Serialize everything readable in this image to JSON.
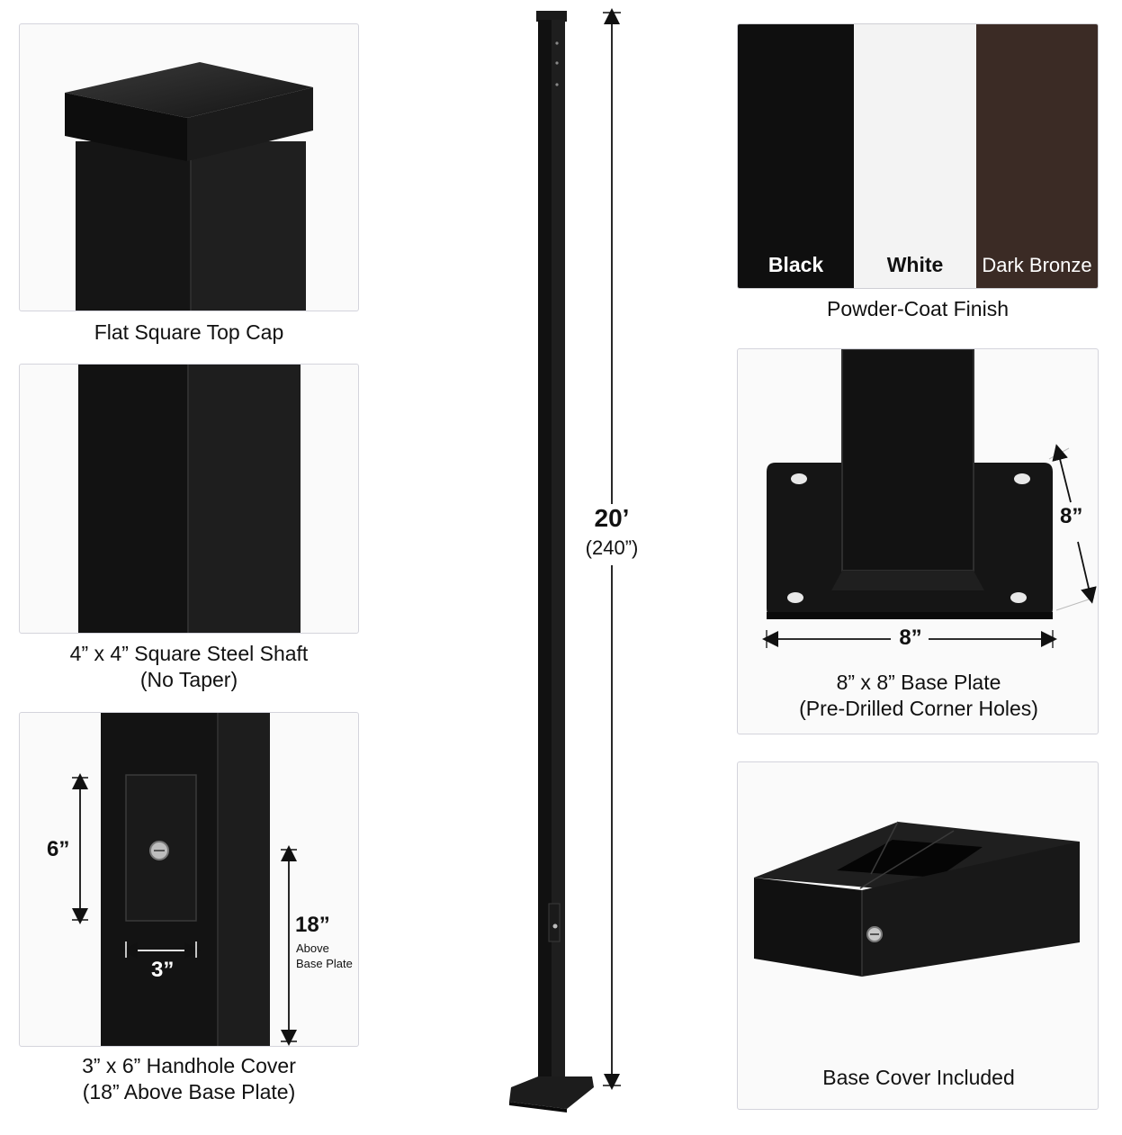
{
  "panels": {
    "top_cap": {
      "caption": "Flat Square Top Cap"
    },
    "shaft": {
      "caption_line1": "4” x 4” Square Steel Shaft",
      "caption_line2": "(No Taper)"
    },
    "handhole": {
      "caption_line1": "3” x 6” Handhole Cover",
      "caption_line2": "(18” Above Base Plate)",
      "height_label": "6”",
      "width_label": "3”",
      "elevation_label": "18”",
      "elevation_sub1": "Above",
      "elevation_sub2": "Base Plate"
    },
    "finish": {
      "caption": "Powder-Coat Finish",
      "swatches": [
        {
          "label": "Black",
          "color": "#0f0f0f",
          "text_color": "#ffffff"
        },
        {
          "label": "White",
          "color": "#f3f3f3",
          "text_color": "#111111"
        },
        {
          "label": "Dark Bronze",
          "color": "#3b2b25",
          "text_color": "#ffffff"
        }
      ]
    },
    "base_plate": {
      "caption_line1": "8” x 8” Base Plate",
      "caption_line2": "(Pre-Drilled Corner Holes)",
      "width_label": "8”",
      "depth_label": "8”"
    },
    "base_cover": {
      "caption": "Base Cover Included"
    }
  },
  "pole": {
    "height_label": "20’",
    "height_inches": "(240”)"
  }
}
